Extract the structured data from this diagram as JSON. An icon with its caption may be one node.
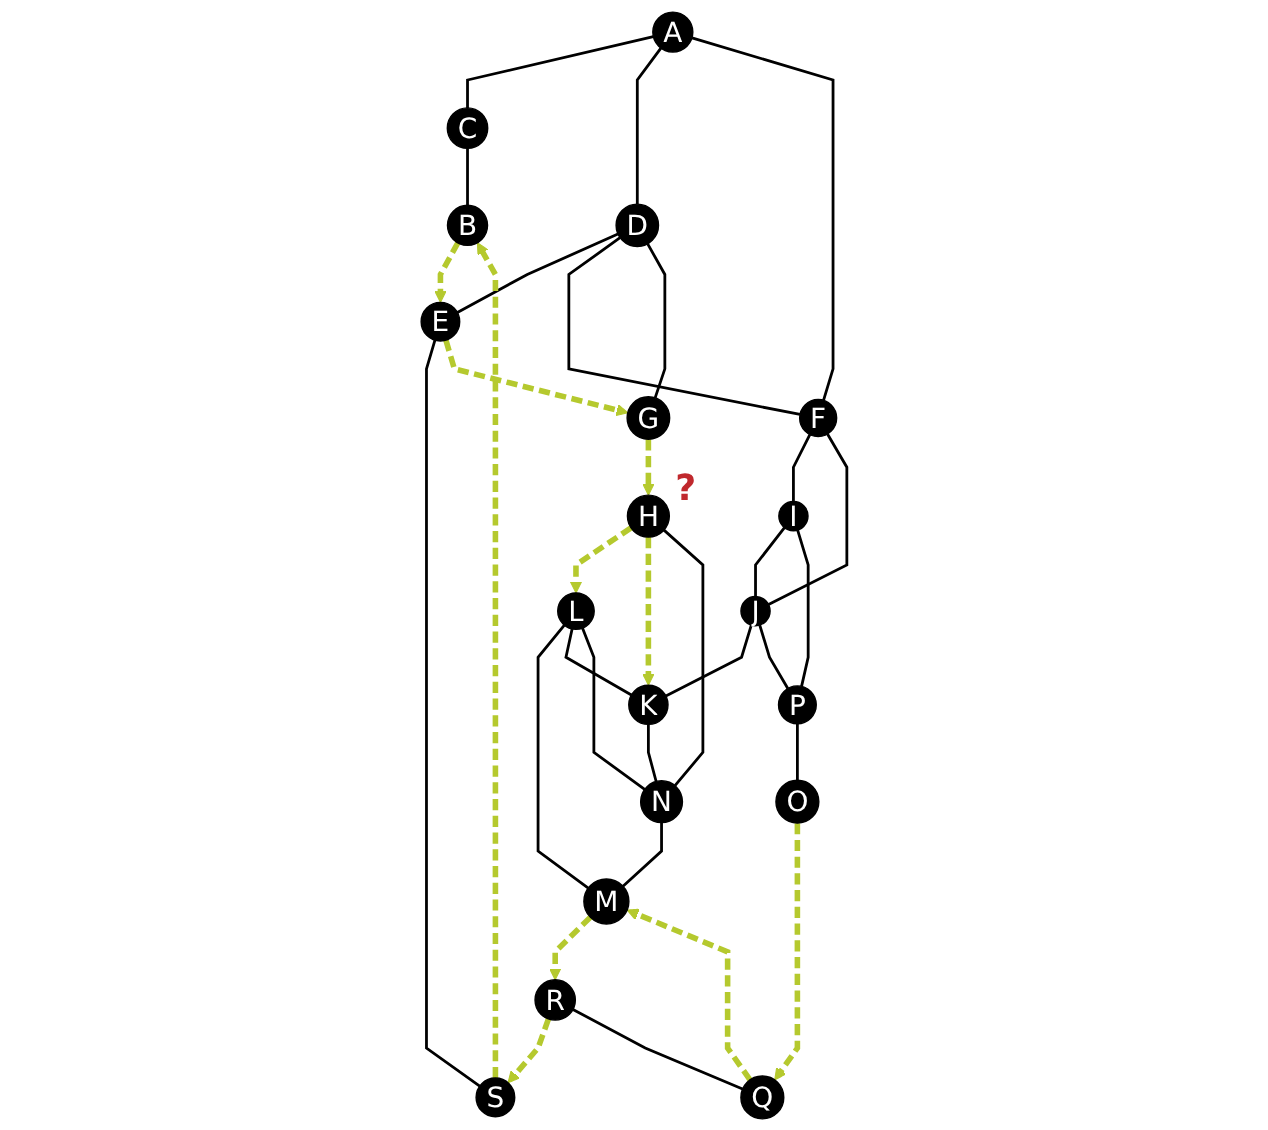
{
  "diagram": {
    "nodes": [
      {
        "text": [
          "A"
        ]
      },
      {
        "text": [
          "C"
        ]
      },
      {
        "text": [
          "B"
        ]
      },
      {
        "text": [
          "D"
        ]
      },
      {
        "text": [
          "E"
        ]
      },
      {
        "text": [
          "F"
        ]
      },
      {
        "text": [
          "G"
        ]
      },
      {
        "text": [
          "S"
        ]
      },
      {
        "text": [
          "H"
        ],
        "beside": [
          "?"
        ]
      },
      {
        "text": [
          "L"
        ]
      },
      {
        "text": [
          "M"
        ]
      },
      {
        "text": [
          "R"
        ]
      },
      {
        "text": [
          "I"
        ]
      },
      {
        "text": [
          "J"
        ]
      },
      {
        "text": [
          "K"
        ]
      },
      {
        "text": [
          "N"
        ]
      },
      {
        "text": [
          "O"
        ]
      },
      {
        "text": [
          "Q"
        ]
      },
      {
        "text": [
          "P"
        ]
      }
    ],
    "edges": [
      {
        "from": 0,
        "to": 1,
        "arrow": "none"
      },
      {
        "from": 1,
        "to": 2,
        "arrow": "none"
      },
      {
        "from": 0,
        "to": 3,
        "arrow": "none"
      },
      {
        "from": 0,
        "to": 5,
        "arrow": "none"
      },
      {
        "from": 3,
        "to": 4,
        "arrow": "none"
      },
      {
        "from": 3,
        "to": 5,
        "arrow": "none"
      },
      {
        "from": 3,
        "to": 6,
        "arrow": "none"
      },
      {
        "from": 2,
        "to": 4,
        "arrow": "to",
        "style": "dashed",
        "color": "#b5c92e"
      },
      {
        "from": 4,
        "to": 7,
        "arrow": "none"
      },
      {
        "from": 4,
        "to": 6,
        "arrow": "to",
        "style": "dashed",
        "color": "#b5c92e"
      },
      {
        "from": 7,
        "to": 2,
        "arrow": "to",
        "style": "dashed",
        "color": "#b5c92e"
      },
      {
        "from": 6,
        "to": 8,
        "arrow": "to",
        "style": "dashed",
        "color": "#b5c92e"
      },
      {
        "from": 5,
        "to": 12,
        "arrow": "none"
      },
      {
        "from": 5,
        "to": 13,
        "arrow": "none"
      },
      {
        "from": 8,
        "to": 9,
        "arrow": "to",
        "style": "dashed",
        "color": "#b5c92e"
      },
      {
        "from": 8,
        "to": 14,
        "arrow": "to",
        "style": "dashed",
        "color": "#b5c92e"
      },
      {
        "from": 8,
        "to": 15,
        "arrow": "none"
      },
      {
        "from": 9,
        "to": 10,
        "arrow": "none"
      },
      {
        "from": 9,
        "to": 14,
        "arrow": "none"
      },
      {
        "from": 9,
        "to": 15,
        "arrow": "none"
      },
      {
        "from": 10,
        "to": 11,
        "arrow": "to",
        "style": "dashed",
        "color": "#b5c92e"
      },
      {
        "from": 11,
        "to": 7,
        "arrow": "to",
        "style": "dashed",
        "color": "#b5c92e"
      },
      {
        "from": 12,
        "to": 13,
        "arrow": "none"
      },
      {
        "from": 12,
        "to": 18,
        "arrow": "none"
      },
      {
        "from": 13,
        "to": 14,
        "arrow": "none"
      },
      {
        "from": 13,
        "to": 18,
        "arrow": "none"
      },
      {
        "from": 14,
        "to": 15,
        "arrow": "none"
      },
      {
        "from": 15,
        "to": 10,
        "arrow": "none"
      },
      {
        "from": 11,
        "to": 17,
        "arrow": "none"
      },
      {
        "from": 17,
        "to": 10,
        "arrow": "to",
        "style": "dashed",
        "color": "#b5c92e"
      },
      {
        "from": 18,
        "to": 16,
        "arrow": "none"
      },
      {
        "from": 16,
        "to": 17,
        "arrow": "to",
        "style": "dashed",
        "color": "#b5c92e"
      }
    ]
  }
}
